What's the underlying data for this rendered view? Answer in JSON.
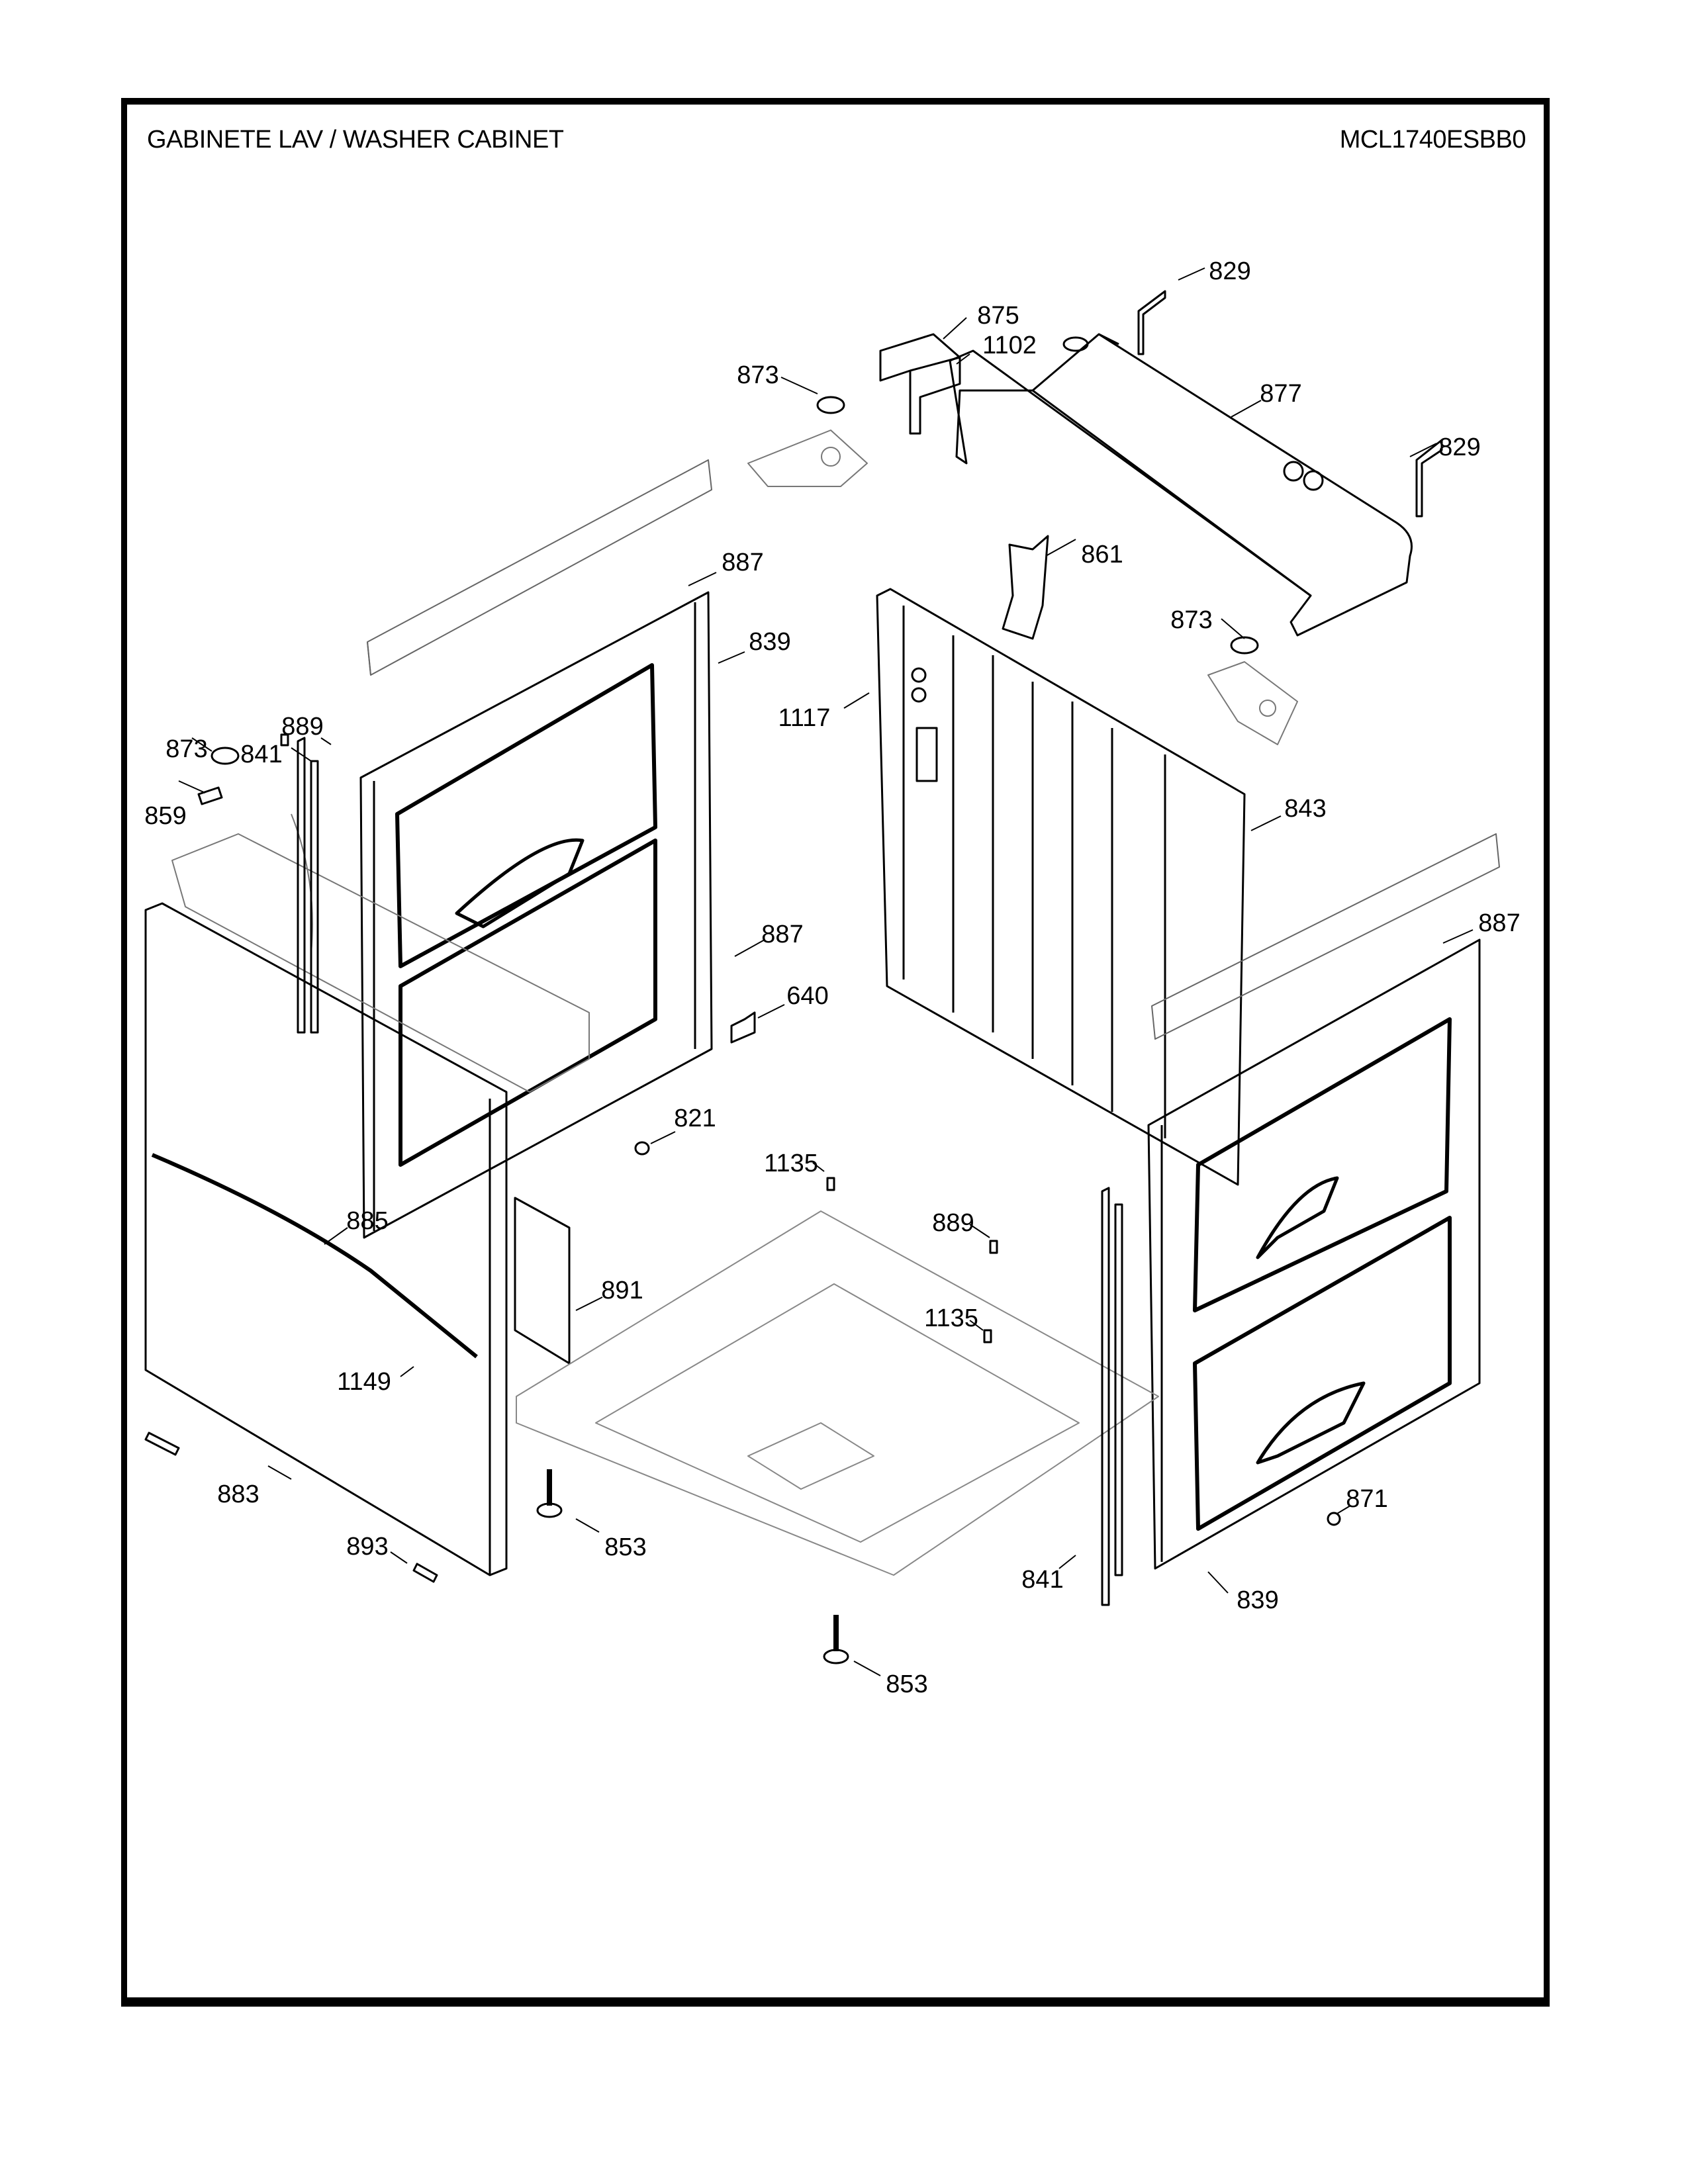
{
  "header": {
    "title": "GABINETE LAV / WASHER CABINET",
    "model": "MCL1740ESBB0"
  },
  "callouts": [
    {
      "id": "829-top",
      "label": "829"
    },
    {
      "id": "875",
      "label": "875"
    },
    {
      "id": "1102",
      "label": "1102"
    },
    {
      "id": "873-top",
      "label": "873"
    },
    {
      "id": "877",
      "label": "877"
    },
    {
      "id": "829-right",
      "label": "829"
    },
    {
      "id": "887-top",
      "label": "887"
    },
    {
      "id": "861",
      "label": "861"
    },
    {
      "id": "839-left",
      "label": "839"
    },
    {
      "id": "873-mid",
      "label": "873"
    },
    {
      "id": "1117",
      "label": "1117"
    },
    {
      "id": "889-left",
      "label": "889"
    },
    {
      "id": "873-left",
      "label": "873"
    },
    {
      "id": "841-left",
      "label": "841"
    },
    {
      "id": "843",
      "label": "843"
    },
    {
      "id": "859",
      "label": "859"
    },
    {
      "id": "887-mid",
      "label": "887"
    },
    {
      "id": "887-right",
      "label": "887"
    },
    {
      "id": "640",
      "label": "640"
    },
    {
      "id": "821",
      "label": "821"
    },
    {
      "id": "1135-top",
      "label": "1135"
    },
    {
      "id": "885",
      "label": "885"
    },
    {
      "id": "889-right",
      "label": "889"
    },
    {
      "id": "891",
      "label": "891"
    },
    {
      "id": "1135-bottom",
      "label": "1135"
    },
    {
      "id": "1149",
      "label": "1149"
    },
    {
      "id": "871",
      "label": "871"
    },
    {
      "id": "883",
      "label": "883"
    },
    {
      "id": "853-left",
      "label": "853"
    },
    {
      "id": "893",
      "label": "893"
    },
    {
      "id": "841-right",
      "label": "841"
    },
    {
      "id": "839-right",
      "label": "839"
    },
    {
      "id": "853-bottom",
      "label": "853"
    }
  ]
}
